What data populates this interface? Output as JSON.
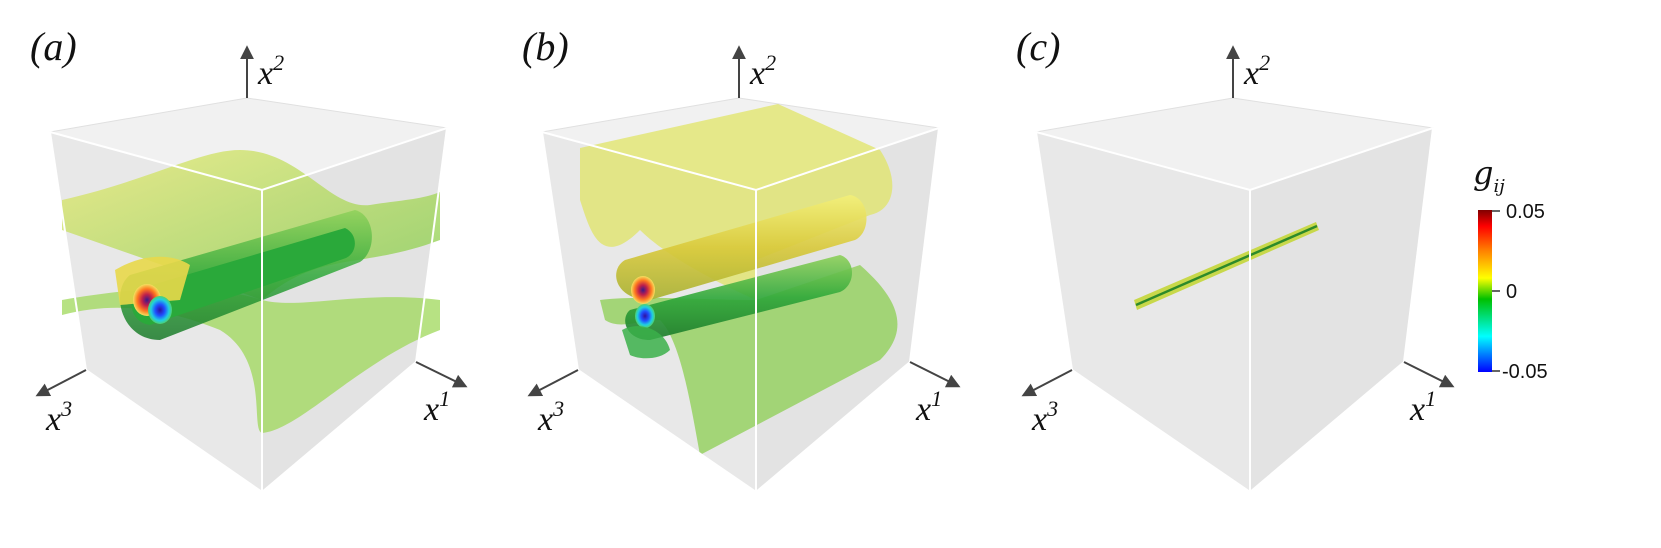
{
  "panels": [
    {
      "id": "a",
      "label": "(a)",
      "axes": {
        "up": {
          "base": "x",
          "sup": "2"
        },
        "left": {
          "base": "x",
          "sup": "3"
        },
        "right": {
          "base": "x",
          "sup": "1"
        }
      }
    },
    {
      "id": "b",
      "label": "(b)",
      "axes": {
        "up": {
          "base": "x",
          "sup": "2"
        },
        "left": {
          "base": "x",
          "sup": "3"
        },
        "right": {
          "base": "x",
          "sup": "1"
        }
      }
    },
    {
      "id": "c",
      "label": "(c)",
      "axes": {
        "up": {
          "base": "x",
          "sup": "2"
        },
        "left": {
          "base": "x",
          "sup": "3"
        },
        "right": {
          "base": "x",
          "sup": "1"
        }
      }
    }
  ],
  "colorbar": {
    "title": "g",
    "subscript": "ij",
    "max_label": "0.05",
    "mid_label": "0",
    "min_label": "-0.05",
    "min": -0.05,
    "max": 0.05,
    "colors": [
      "#0000ff",
      "#00ffff",
      "#00c000",
      "#ffff00",
      "#ff8000",
      "#ff0000",
      "#800000"
    ]
  }
}
